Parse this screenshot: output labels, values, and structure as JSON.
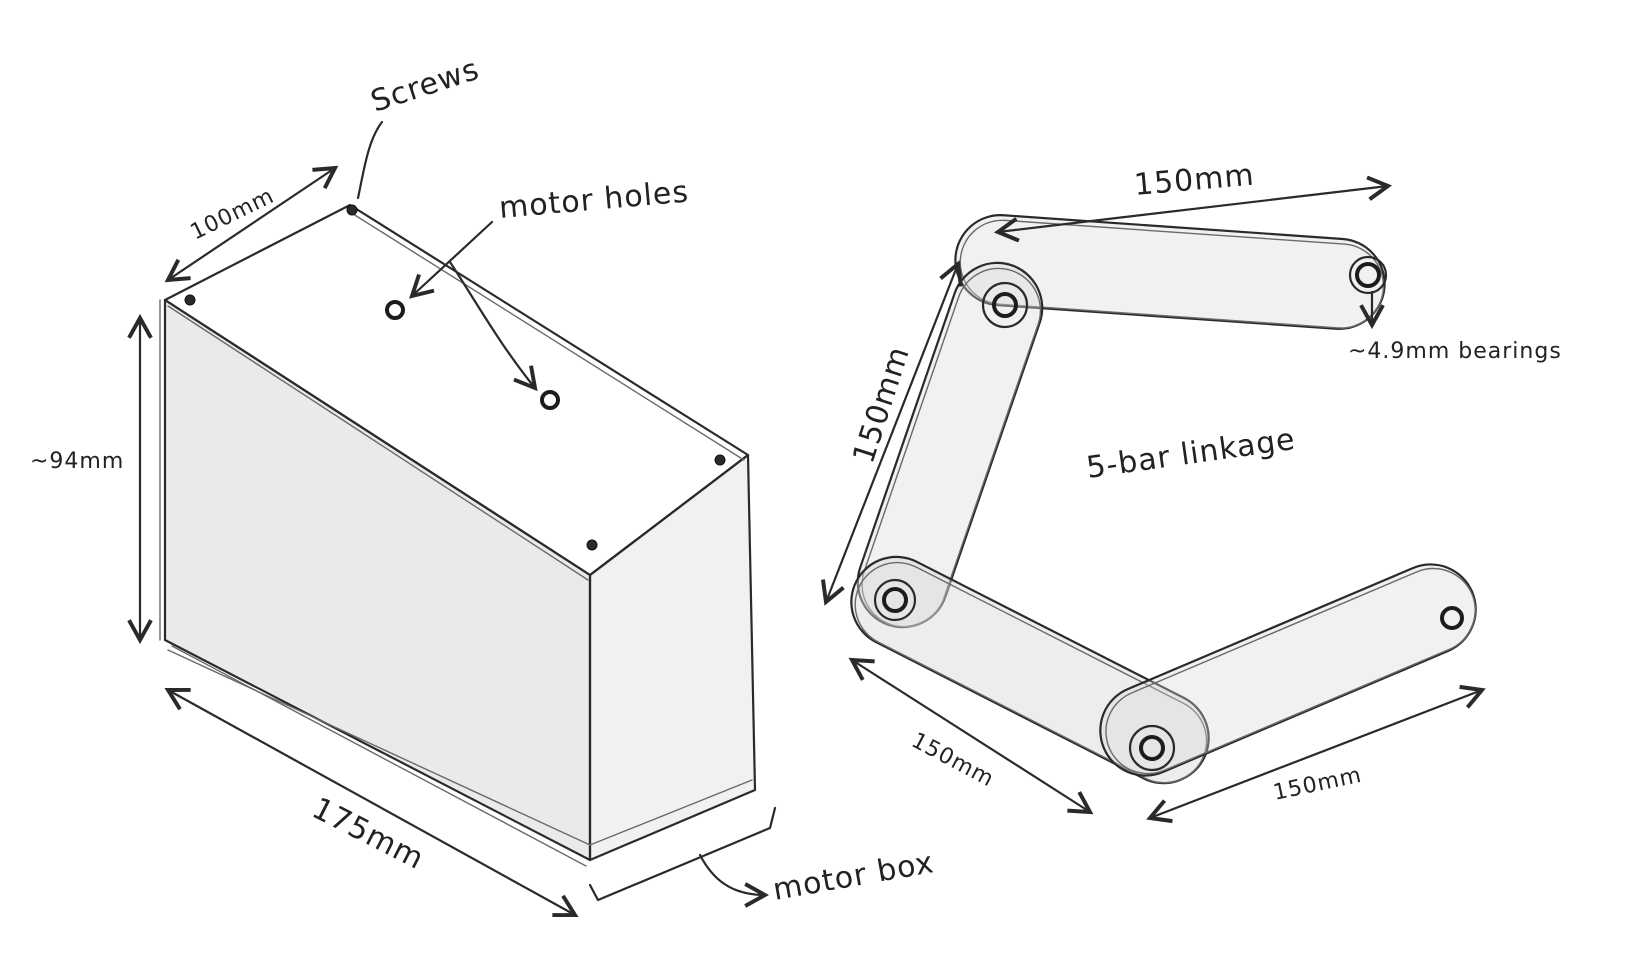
{
  "labels": {
    "screws": "Screws",
    "motor_holes": "motor holes",
    "box_width": "100mm",
    "box_height": "~94mm",
    "box_length": "175mm",
    "motor_box": "motor box",
    "link_top": "150mm",
    "link_left": "150mm",
    "link_bottom_left": "150mm",
    "link_bottom_right": "150mm",
    "bearings": "~4.9mm bearings",
    "linkage_title": "5-bar linkage"
  }
}
